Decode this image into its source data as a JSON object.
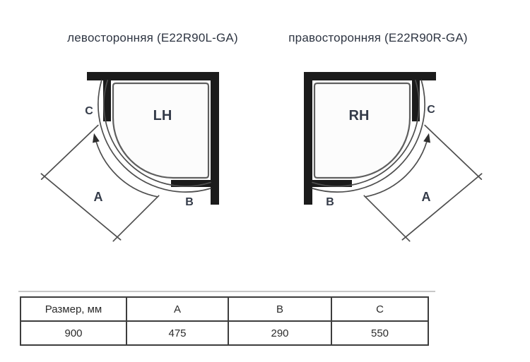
{
  "diagrams": {
    "left": {
      "title": "левосторонняя (E22R90L-GA)",
      "tray_label": "LH",
      "dim_a": "A",
      "dim_b": "B",
      "dim_c": "C"
    },
    "right": {
      "title": "правосторонняя (E22R90R-GA)",
      "tray_label": "RH",
      "dim_a": "A",
      "dim_b": "B",
      "dim_c": "C"
    }
  },
  "table": {
    "header": [
      "Размер, мм",
      "A",
      "B",
      "C"
    ],
    "rows": [
      [
        "900",
        "475",
        "290",
        "550"
      ]
    ]
  },
  "colors": {
    "wall": "#1b1b1b",
    "line": "#4e4e4e",
    "label": "#343b49",
    "table_border": "#3d3d3d",
    "rule": "#c7c7c7"
  }
}
